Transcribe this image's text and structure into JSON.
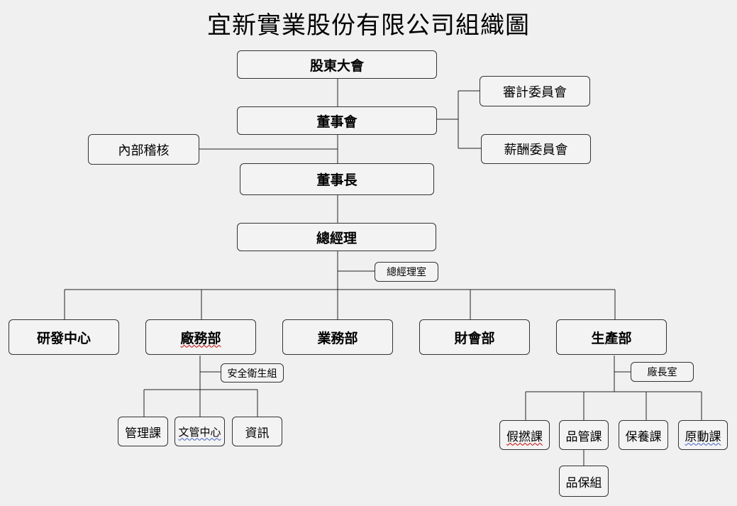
{
  "title": "宜新實業股份有限公司組織圖",
  "nodes": {
    "shareholders": "股東大會",
    "audit_committee": "審計委員會",
    "board": "董事會",
    "compensation_committee": "薪酬委員會",
    "internal_audit": "內部稽核",
    "chairman": "董事長",
    "general_manager": "總經理",
    "gm_office": "總經理室",
    "rd_center": "研發中心",
    "admin_dept": "廠務部",
    "sales_dept": "業務部",
    "finance_dept": "財會部",
    "production_dept": "生產部",
    "safety_team": "安全衛生組",
    "management_section": "管理課",
    "document_center": "文管中心",
    "it_section": "資訊",
    "plant_manager_office": "廠長室",
    "lamination_section": "假撚課",
    "qc_section": "品管課",
    "maintenance_section": "保養課",
    "utilities_section": "原動課",
    "qa_team": "品保組"
  }
}
